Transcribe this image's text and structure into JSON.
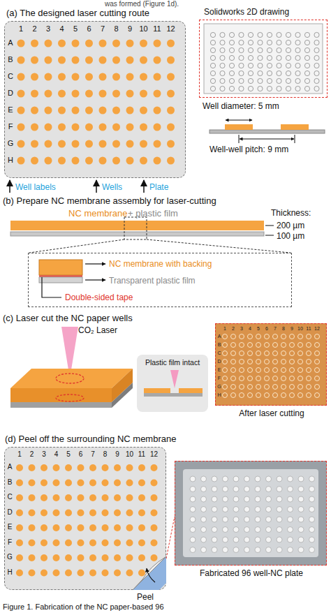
{
  "diagram": {
    "caption": "Figure 1. Fabrication of the NC paper-based 96",
    "nodes": [
      {
        "text": [
          "(a) The designed laser cutting route"
        ]
      },
      {
        "text": [
          "Solidworks 2D drawing"
        ]
      },
      {
        "text": [
          "NC membrane with backing",
          "Transparent plastic film",
          "Double-sided tape"
        ]
      },
      {
        "text": [
          "Plastic film intact"
        ]
      },
      {
        "text": [
          "After laser cutting"
        ]
      },
      {
        "text": [
          "(d) Peel off the surrounding NC membrane"
        ]
      },
      {
        "text": [
          "Fabricated 96 well-NC plate"
        ]
      }
    ],
    "labels": [
      "was formed (Figure 1d).",
      "1",
      "2",
      "3",
      "4",
      "5",
      "6",
      "7",
      "8",
      "9",
      "10",
      "11",
      "12",
      "A",
      "B",
      "C",
      "D",
      "E",
      "F",
      "G",
      "H",
      "Well labels",
      "Wells",
      "Plate",
      "Well diameter: 5 mm",
      "Well-well pitch: 9 mm",
      "(b) Prepare NC membrane assembly for laser-cutting",
      "NC membrane",
      "+ plastic film",
      "Thickness:",
      "200 µm",
      "100 µm",
      "(c) Laser cut the NC paper wells",
      "CO₂ Laser",
      "1",
      "2",
      "3",
      "4",
      "5",
      "6",
      "7",
      "8",
      "9",
      "10",
      "11",
      "12",
      "A",
      "B",
      "C",
      "D",
      "E",
      "F",
      "G",
      "H",
      "1",
      "2",
      "3",
      "4",
      "5",
      "6",
      "7",
      "8",
      "9",
      "10",
      "11",
      "12",
      "A",
      "B",
      "C",
      "D",
      "E",
      "F",
      "G",
      "H",
      "Peel"
    ]
  }
}
